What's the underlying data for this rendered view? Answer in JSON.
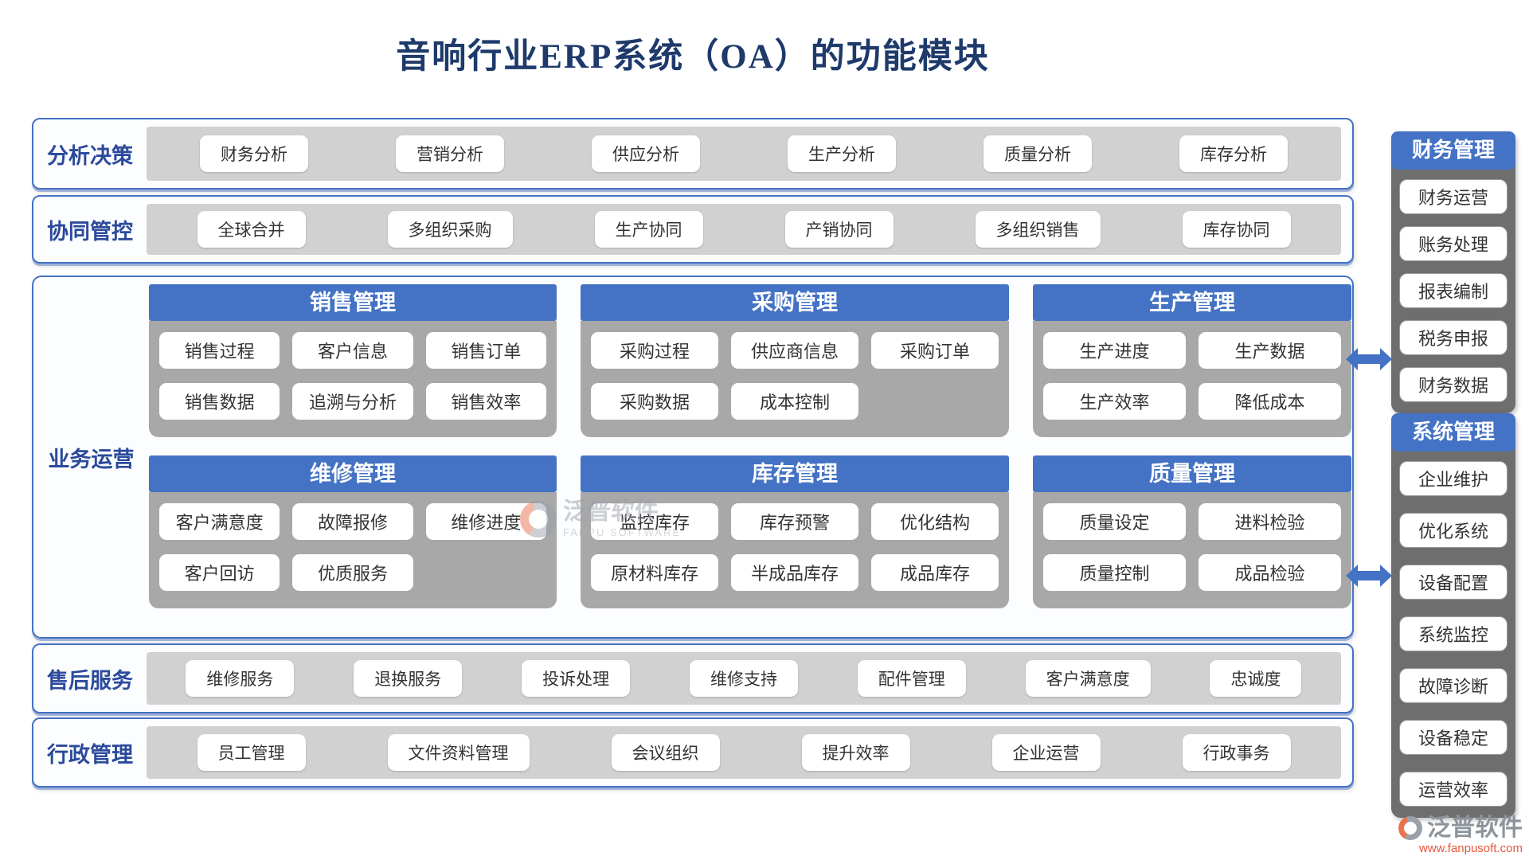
{
  "title": "音响行业ERP系统（OA）的功能模块",
  "colors": {
    "accent_blue": "#4472C4",
    "title_navy": "#1E3A6B",
    "label_blue": "#2B4A9B",
    "strip_gray": "#D1D1D1",
    "card_body_gray": "#A8A8A8",
    "sidebar_gray": "#6E6E6E",
    "footer_url_orange": "#E8573F"
  },
  "rows": [
    {
      "label": "分析决策",
      "items": [
        "财务分析",
        "营销分析",
        "供应分析",
        "生产分析",
        "质量分析",
        "库存分析"
      ]
    },
    {
      "label": "协同管控",
      "items": [
        "全球合并",
        "多组织采购",
        "生产协同",
        "产销协同",
        "多组织销售",
        "库存协同"
      ]
    },
    {
      "label": "售后服务",
      "items": [
        "维修服务",
        "退换服务",
        "投诉处理",
        "维修支持",
        "配件管理",
        "客户满意度",
        "忠诚度"
      ]
    },
    {
      "label": "行政管理",
      "items": [
        "员工管理",
        "文件资料管理",
        "会议组织",
        "提升效率",
        "企业运营",
        "行政事务"
      ]
    }
  ],
  "business": {
    "label": "业务运营",
    "modules": [
      {
        "title": "销售管理",
        "cols": 3,
        "items": [
          "销售过程",
          "客户信息",
          "销售订单",
          "销售数据",
          "追溯与分析",
          "销售效率"
        ]
      },
      {
        "title": "采购管理",
        "cols": 3,
        "items": [
          "采购过程",
          "供应商信息",
          "采购订单",
          "采购数据",
          "成本控制"
        ]
      },
      {
        "title": "生产管理",
        "cols": 2,
        "items": [
          "生产进度",
          "生产数据",
          "生产效率",
          "降低成本"
        ]
      },
      {
        "title": "维修管理",
        "cols": 3,
        "items": [
          "客户满意度",
          "故障报修",
          "维修进度",
          "客户回访",
          "优质服务"
        ]
      },
      {
        "title": "库存管理",
        "cols": 3,
        "items": [
          "监控库存",
          "库存预警",
          "优化结构",
          "原材料库存",
          "半成品库存",
          "成品库存"
        ]
      },
      {
        "title": "质量管理",
        "cols": 2,
        "items": [
          "质量设定",
          "进料检验",
          "质量控制",
          "成品检验"
        ]
      }
    ]
  },
  "sidebar": {
    "panels": [
      {
        "title": "财务管理",
        "items": [
          "财务运营",
          "账务处理",
          "报表编制",
          "税务申报",
          "财务数据"
        ]
      },
      {
        "title": "系统管理",
        "items": [
          "企业维护",
          "优化系统",
          "设备配置",
          "系统监控",
          "故障诊断",
          "设备稳定",
          "运营效率"
        ]
      }
    ]
  },
  "watermark": {
    "name": "泛普软件",
    "subtitle": "FANPU SOFTWARE"
  },
  "footer": {
    "brand": "泛普软件",
    "url": "www.fanpusoft.com"
  }
}
